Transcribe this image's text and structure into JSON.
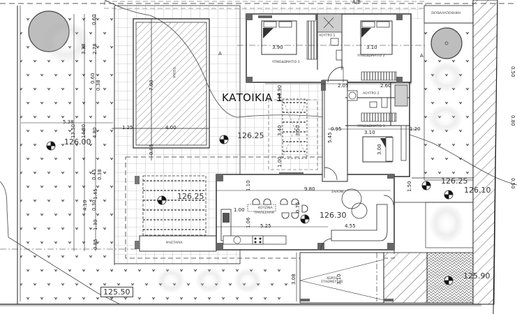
{
  "drawing": {
    "title": "ΚΑΤΟΙΚΙΑ 1",
    "section_marker": "A",
    "section_marker_top": "A/B"
  },
  "rooms": {
    "bedroom1": "ΥΠΝΟΔΩΜΑΤΙΟ 1",
    "bedroom2": "ΥΠΝΟΔΩΜΑΤΙΟ 2",
    "bedroom3": "ΥΠΝΟΔΩΜΑΤΙΟ 3",
    "bath1": "ΛΟΥΤΡΟ 1",
    "bath2": "ΛΟΥΤΡΟ 2",
    "kitchen": "ΚΟΥΖΙΝΑ",
    "dining": "ΤΡΑΠΕΖΑΡΙΑ",
    "living": "ΣΑΛΟΝΙ",
    "pool": "ΠΙΣΙΝΑ",
    "bbq": "ΨΗΣΤΑΡΙΑ",
    "parking": "ΧΩΡΟΣ ΣΤΑΘΜΕΥΣΗΣ",
    "waste": "ΣΚΥΒΑΛΑΠΟΘΗΚΗ"
  },
  "levels": {
    "garden_left": "126.00",
    "terrace": "126.25",
    "pergola": "126.25",
    "interior": "126.30",
    "side_upper": "126.25",
    "side_lower": "126.10",
    "garden_bottom": "125.50",
    "driveway": "125.90"
  },
  "dimensions": {
    "bed1_width": "3.90",
    "bed2_width": "3.10",
    "bed3_width": "3.10",
    "bed3_depth": "3.00",
    "hall_a": "2.05",
    "hall_b": "2.60",
    "side_gap": "1.20",
    "pool_length": "7.00",
    "pool_width": "4.00",
    "pool_offset": "1.25",
    "pool_bottom": "0.95",
    "garden_width": "5.38",
    "garden_v1": "0.60",
    "garden_v2": "3.38",
    "garden_v3": "2.78",
    "garden_v4": "0.60",
    "garden_v5": "0.38",
    "garden_v6": "13.50",
    "garden_v7": "14.80",
    "garden_v8": "4.80",
    "garden_v9": "0.45",
    "garden_v10": "0.38",
    "garden_v11": "4.10",
    "garden_v12": "0.30",
    "garden_v13": "1.45",
    "garden_v14": "1.30",
    "garden_v15": "0.85",
    "stair_a": "10.90",
    "stair_b": "3.40",
    "stair_c": "3.50",
    "stair_d": "1.00",
    "corr_a": "5.45",
    "corr_b": "0.95",
    "living_width": "9.80",
    "kitchen_a": "1.10",
    "kitchen_b": "1.00",
    "kitchen_c": "1.06",
    "kitchen_d": "5.25",
    "kitchen_e": "0.75",
    "living_b": "4.55",
    "side_h": "1.50",
    "park_a": "3.08",
    "park_b": "3.10",
    "right_a": "0.50",
    "right_b": "0.80",
    "right_c": "0.50"
  }
}
